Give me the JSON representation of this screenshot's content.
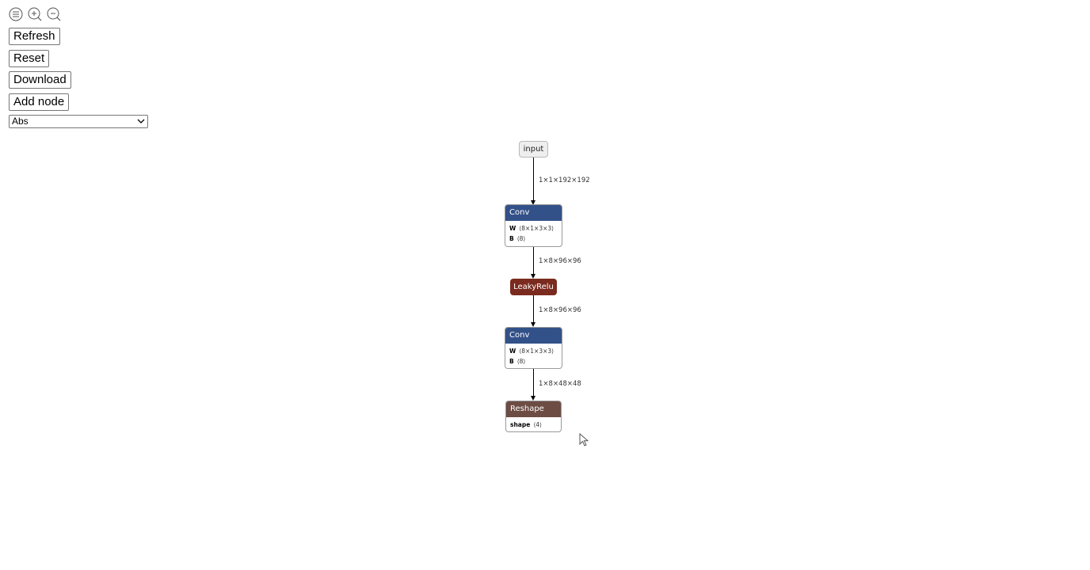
{
  "toolbar": {
    "icons": [
      "sidebar-icon",
      "zoom-in-icon",
      "zoom-out-icon"
    ],
    "buttons": {
      "refresh": "Refresh",
      "reset": "Reset",
      "download": "Download",
      "add_node": "Add node"
    },
    "op_select": {
      "selected": "Abs"
    }
  },
  "graph": {
    "input_node": "input",
    "nodes": {
      "conv1": {
        "title": "Conv",
        "attrs": [
          {
            "name": "W",
            "value": "⟨8×1×3×3⟩"
          },
          {
            "name": "B",
            "value": "⟨8⟩"
          }
        ]
      },
      "relu": {
        "title": "LeakyRelu"
      },
      "conv2": {
        "title": "Conv",
        "attrs": [
          {
            "name": "W",
            "value": "⟨8×1×3×3⟩"
          },
          {
            "name": "B",
            "value": "⟨8⟩"
          }
        ]
      },
      "reshape": {
        "title": "Reshape",
        "attrs": [
          {
            "name": "shape",
            "value": "⟨4⟩"
          }
        ]
      }
    },
    "edges": [
      "1×1×192×192",
      "1×8×96×96",
      "1×8×96×96",
      "1×8×48×48"
    ]
  },
  "colors": {
    "conv": "#335189",
    "leaky_relu": "#7a2a1e",
    "reshape": "#6d4c44",
    "input": "#eeeeee"
  }
}
